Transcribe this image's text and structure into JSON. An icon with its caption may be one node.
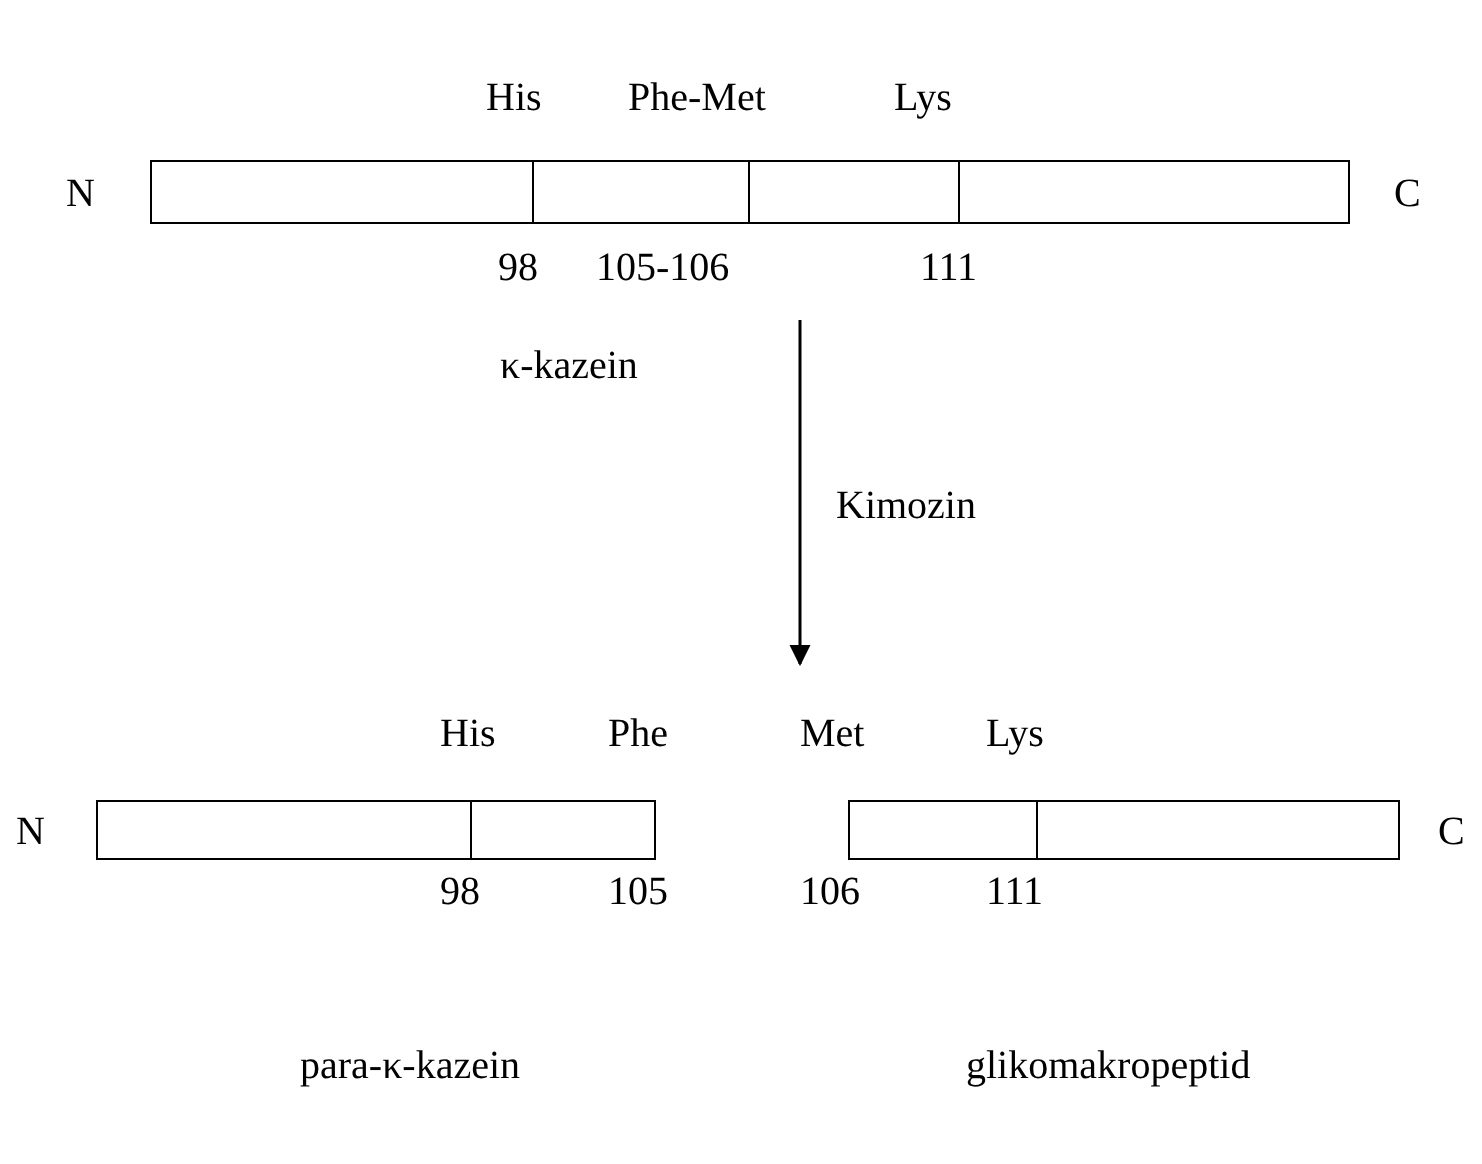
{
  "diagram": {
    "nodes": [
      {
        "text": [],
        "shape": "bar"
      },
      {
        "text": [],
        "shape": "bar"
      },
      {
        "text": [],
        "shape": "bar"
      }
    ],
    "labels": [
      "His",
      "Phe-Met",
      "Lys",
      "N",
      "C",
      "98",
      "105-106",
      "111",
      "κ-kazein",
      "Kimozin",
      "His",
      "Phe",
      "Met",
      "Lys",
      "N",
      "C",
      "98",
      "105",
      "106",
      "111",
      "para-κ-kazein",
      "glikomakropeptid"
    ]
  }
}
